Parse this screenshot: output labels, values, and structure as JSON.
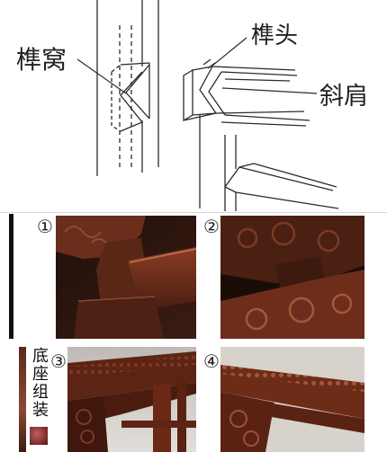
{
  "diagram": {
    "labels": {
      "mortise": "榫窝",
      "tenon": "榫头",
      "bevel_shoulder": "斜肩"
    }
  },
  "photos": {
    "steps": [
      "①",
      "②",
      "③",
      "④"
    ],
    "caption": "底座组装"
  },
  "colors": {
    "line": "#2b2b2b",
    "background": "#ffffff",
    "wood_dark": "#3a170d",
    "wood_red": "#7b3420",
    "backdrop_light": "#d8d2cc"
  }
}
